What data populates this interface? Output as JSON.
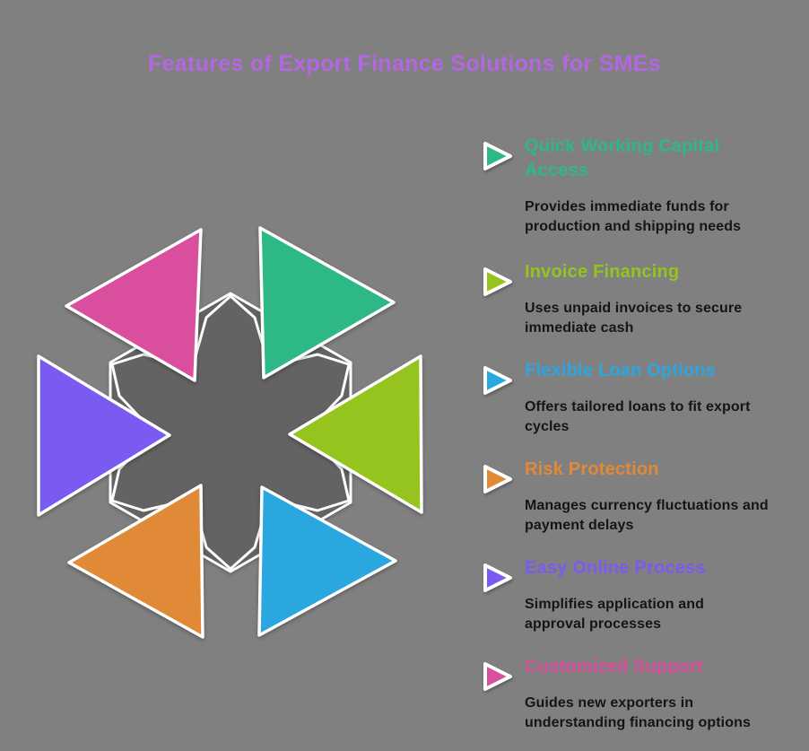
{
  "page": {
    "background": "#808080"
  },
  "header": {
    "title": "Features of Export Finance Solutions for SMEs",
    "title_color": "#b466e3"
  },
  "diagram": {
    "base_color": "#636363",
    "outline_color": "#ffffff",
    "center_shapes": [
      "hexagon",
      "asterisk"
    ]
  },
  "features": [
    {
      "title": "Quick Working Capital Access",
      "description": "Provides immediate funds for\nproduction and shipping needs",
      "color": "#2eb886",
      "icon": "triangle-right-icon"
    },
    {
      "title": "Invoice Financing",
      "description": "Uses unpaid invoices to secure\nimmediate cash",
      "color": "#95c41e",
      "icon": "triangle-right-icon"
    },
    {
      "title": "Flexible Loan Options",
      "description": "Offers tailored loans to fit export\ncycles",
      "color": "#2ba7e0",
      "icon": "triangle-right-icon"
    },
    {
      "title": "Risk Protection",
      "description": "Manages currency fluctuations and\npayment delays",
      "color": "#e08a38",
      "icon": "triangle-right-icon"
    },
    {
      "title": "Easy Online Process",
      "description": "Simplifies application and\napproval processes",
      "color": "#7a5af0",
      "icon": "triangle-right-icon"
    },
    {
      "title": "Customized Support",
      "description": "Guides new exporters in\nunderstanding financing options",
      "color": "#da4f9d",
      "icon": "triangle-right-icon"
    }
  ]
}
